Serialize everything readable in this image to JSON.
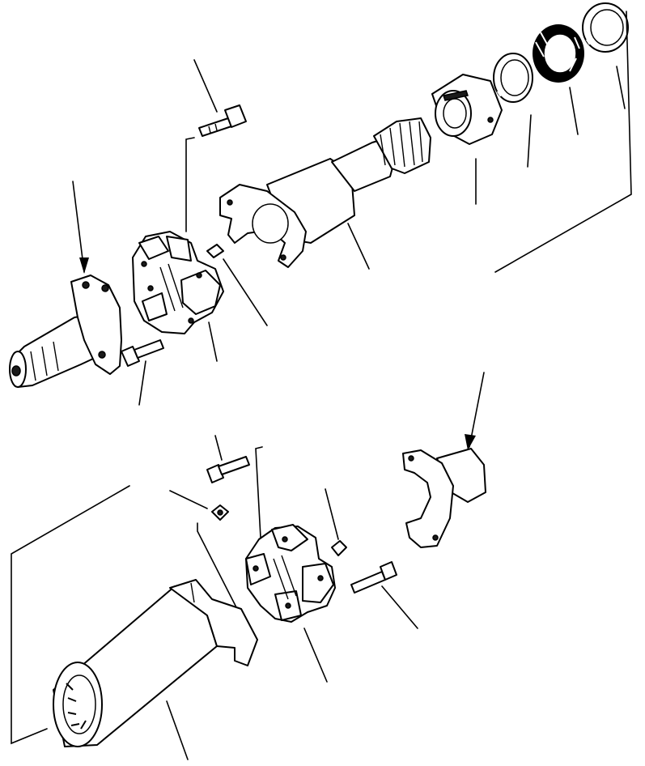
{
  "diagram": {
    "kind": "exploded-parts-drawing",
    "ink_color": "#000000",
    "paper_color": "#ffffff",
    "parts": [
      {
        "id": "upper-bolt-top"
      },
      {
        "id": "upper-flange-yoke"
      },
      {
        "id": "upper-universal-joint-spider"
      },
      {
        "id": "upper-grease-fitting"
      },
      {
        "id": "upper-bolt-bottom"
      },
      {
        "id": "slip-yoke-shaft"
      },
      {
        "id": "bearing-sleeve"
      },
      {
        "id": "snap-ring-small"
      },
      {
        "id": "needle-bearing"
      },
      {
        "id": "snap-ring-large"
      },
      {
        "id": "lower-bolt-top"
      },
      {
        "id": "lower-grease-fitting"
      },
      {
        "id": "lower-universal-joint-spider"
      },
      {
        "id": "lower-grease-nipple"
      },
      {
        "id": "lower-bolt-right"
      },
      {
        "id": "lower-flange-yoke"
      },
      {
        "id": "splined-tube-yoke"
      }
    ]
  }
}
